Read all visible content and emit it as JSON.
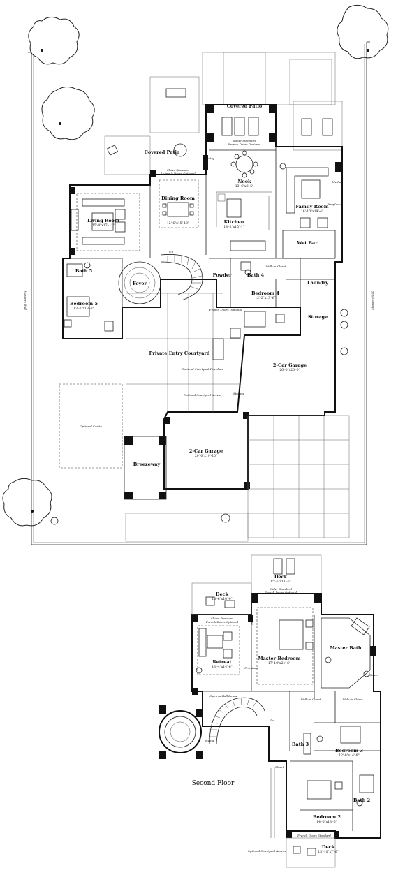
{
  "first_floor": {
    "labels": {
      "covered_patio_top": "Covered Patio",
      "covered_patio_left": "Covered Patio",
      "slider_top": "Slider Standard",
      "slider_top_note": "French Doors Optional",
      "slider_left": "Slider Standard",
      "slider_left_note": "Living & Doors Optional",
      "nook": "Nook",
      "nook_dim": "13'-6\"x8'-5\"",
      "pantry": "Pantry",
      "dining": "Dining Room",
      "dining_dim": "12'-6\"x15'-10\"",
      "living": "Living Room",
      "living_dim": "15'-4\"x17'-11\"",
      "kitchen": "Kitchen",
      "kitchen_dim": "18'-2\"x15'-1\"",
      "family": "Family Room",
      "family_dim": "16'-10\"x19'-4\"",
      "media": "Media",
      "fireplace": "Fireplace",
      "wet_bar": "Wet Bar",
      "bath5": "Bath 5",
      "bedroom5": "Bedroom 5",
      "bedroom5_dim": "13'-2\"x13'-8\"",
      "foyer": "Foyer",
      "up": "Up",
      "powder": "Powder",
      "bath4": "Bath 4",
      "walkin_closet": "Walk-in Closet",
      "laundry": "Laundry",
      "bedroom4": "Bedroom 4",
      "bedroom4_dim": "12'-2\"x13'-6\"",
      "storage": "Storage",
      "french_doors": "French Doors Optional",
      "private_entry": "Private Entry Courtyard",
      "optional_fireplace": "Optional Courtyard Fireplace",
      "optional_courtyard": "Optional Courtyard Access",
      "garage_right": "2-Car Garage",
      "garage_right_dim": "26'-0\"x20'-0\"",
      "garage_left": "2-Car Garage",
      "garage_left_dim": "20'-0\"x19'-10\"",
      "storage_small": "Storage",
      "optional_casita": "Optional Casita",
      "breezeway": "Breezeway",
      "masonry_wall_left": "Masonry Wall",
      "masonry_wall_right": "Masonry Wall"
    }
  },
  "second_floor": {
    "caption": "Second Floor",
    "labels": {
      "deck_top": "Deck",
      "deck_top_dim": "15'-6\"x11'-6\"",
      "slider_master": "Slider Standard",
      "slider_master_note": "French Doors Optional",
      "deck_left": "Deck",
      "deck_left_dim": "15'-6\"x10'-0\"",
      "slider_retreat": "Slider Standard",
      "slider_retreat_note": "French Doors Optional",
      "media_master": "Media",
      "retreat": "Retreat",
      "retreat_dim": "13'-4\"x14'-6\"",
      "fireplace_master": "Fireplace",
      "master_bedroom": "Master Bedroom",
      "master_bedroom_dim": "17'-10\"x21'-6\"",
      "master_bath": "Master Bath",
      "linen": "Linen",
      "open_to_hall": "Open to Hall Below",
      "walkin_left": "Walk-in Closet",
      "walkin_right": "Walk-in Closet",
      "media_hall": "Media",
      "dn": "Dn",
      "bath3": "Bath 3",
      "bedroom3": "Bedroom 3",
      "bedroom3_dim": "12'-0\"x14'-8\"",
      "closet": "Closet",
      "bath2": "Bath 2",
      "bedroom2": "Bedroom 2",
      "bedroom2_dim": "14'-6\"x13'-6\"",
      "french_doors_standard": "French Doors Standard",
      "deck_bottom": "Deck",
      "deck_bottom_dim": "15'-10\"x7'-6\"",
      "optional_courtyard_access": "Optional Courtyard Access"
    }
  }
}
